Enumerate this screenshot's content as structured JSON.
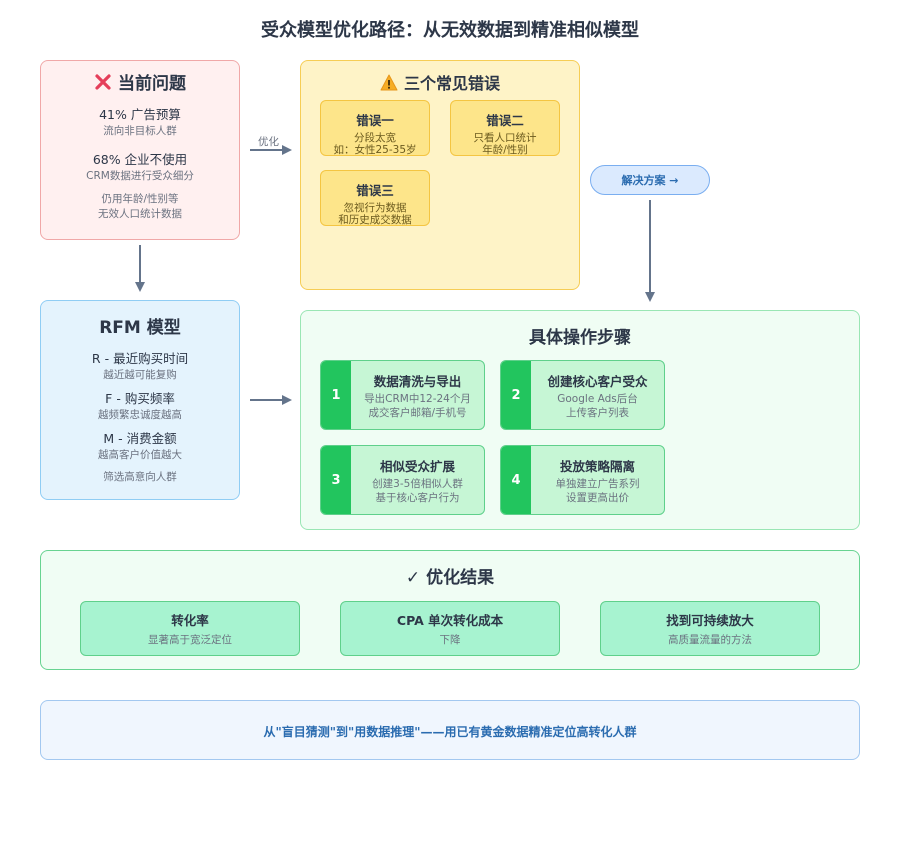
{
  "title": "受众模型优化路径：从无效数据到精准相似模型",
  "problem": {
    "icon": "x-mark-icon",
    "title": "当前问题",
    "stat1": "41% 广告预算",
    "stat1_sub": "流向非目标人群",
    "stat2": "68% 企业不使用",
    "stat2_sub": "CRM数据进行受众细分",
    "note_line1": "仍用年龄/性别等",
    "note_line2": "无效人口统计数据"
  },
  "errors": {
    "icon": "warning-icon",
    "title": "三个常见错误",
    "items": [
      {
        "title": "错误一",
        "line1": "分段太宽",
        "line2": "如：女性25-35岁"
      },
      {
        "title": "错误二",
        "line1": "只看人口统计",
        "line2": "年龄/性别"
      },
      {
        "title": "错误三",
        "line1": "忽视行为数据",
        "line2": "和历史成交数据"
      }
    ]
  },
  "arrow_label": "优化",
  "solution_button": "解决方案 →",
  "rfm": {
    "title": "RFM 模型",
    "items": [
      {
        "label": "R - 最近购买时间",
        "desc": "越近越可能复购"
      },
      {
        "label": "F - 购买频率",
        "desc": "越频繁忠诚度越高"
      },
      {
        "label": "M - 消费金额",
        "desc": "越高客户价值越大"
      }
    ],
    "footer": "筛选高意向人群"
  },
  "steps": {
    "title": "具体操作步骤",
    "items": [
      {
        "num": "1",
        "title": "数据清洗与导出",
        "line1": "导出CRM中12-24个月",
        "line2": "成交客户邮箱/手机号"
      },
      {
        "num": "2",
        "title": "创建核心客户受众",
        "line1": "Google Ads后台",
        "line2": "上传客户列表"
      },
      {
        "num": "3",
        "title": "相似受众扩展",
        "line1": "创建3-5倍相似人群",
        "line2": "基于核心客户行为"
      },
      {
        "num": "4",
        "title": "投放策略隔离",
        "line1": "单独建立广告系列",
        "line2": "设置更高出价"
      }
    ]
  },
  "results": {
    "title": "✓ 优化结果",
    "items": [
      {
        "title": "转化率",
        "desc": "显著高于宽泛定位"
      },
      {
        "title": "CPA 单次转化成本",
        "desc": "下降"
      },
      {
        "title": "找到可持续放大",
        "desc": "高质量流量的方法"
      }
    ]
  },
  "banner": "从\"盲目猜测\"到\"用数据推理\"——用已有黄金数据精准定位高转化人群",
  "colors": {
    "arrow": "#64748b",
    "step_number": "#22c55e",
    "accent_blue": "#2b6cb0"
  }
}
